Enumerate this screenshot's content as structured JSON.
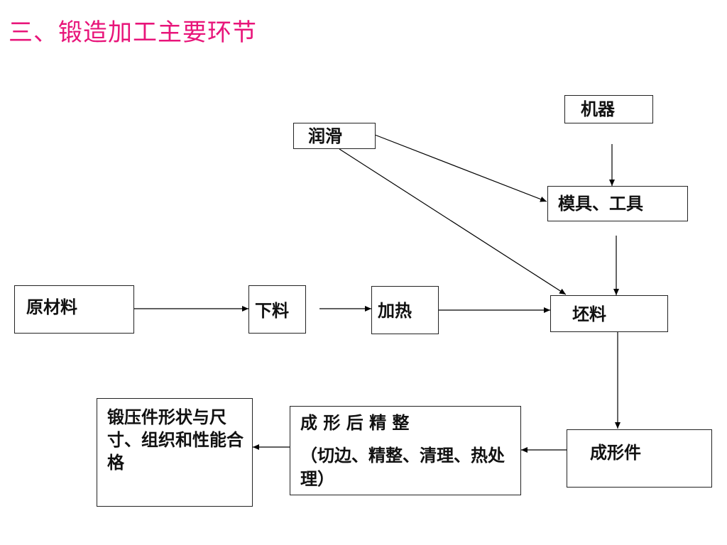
{
  "title": "三、锻造加工主要环节",
  "nodes": {
    "machine": "机器",
    "lubrication": "润滑",
    "die_tool": "模具、工具",
    "raw_material": "原材料",
    "cutting": "下料",
    "heating": "加热",
    "blank": "坯料",
    "formed_part": "成形件",
    "finishing_title": "成 形 后 精 整",
    "finishing_detail": "（切边、精整、清理、热处理）",
    "result": "锻压件形状与尺寸、组织和性能合格"
  }
}
